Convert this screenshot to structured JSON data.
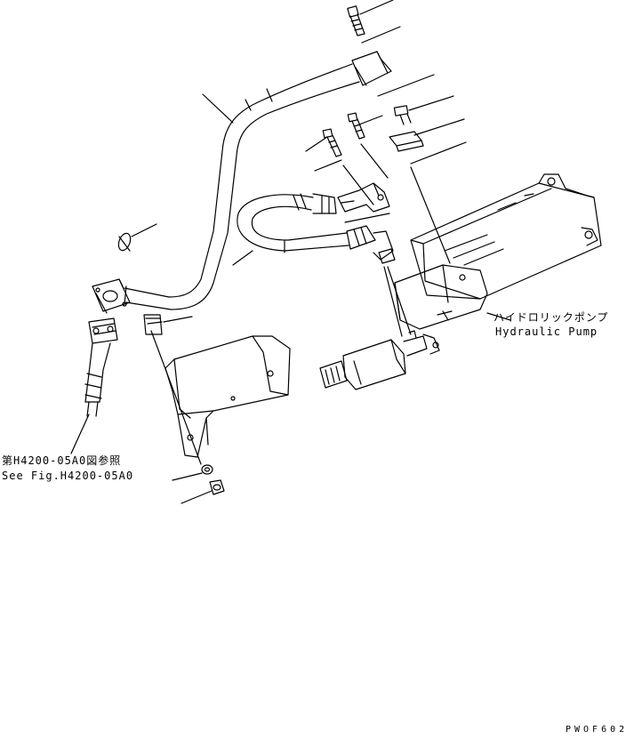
{
  "labels": {
    "pump_jp": "ハイドロリックポンプ",
    "pump_en": "Hydraulic Pump",
    "ref_jp": "第H4200-05A0図参照",
    "ref_en": "See Fig.H4200-05A0",
    "drawing_code": "PWOF602"
  },
  "colors": {
    "line": "#000000",
    "background": "#ffffff"
  }
}
